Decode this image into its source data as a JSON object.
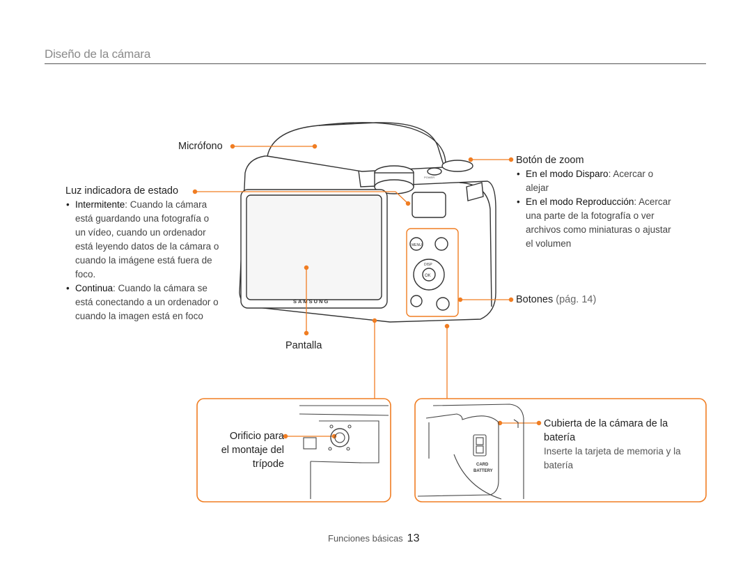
{
  "header": {
    "title": "Diseño de la cámara"
  },
  "callouts": {
    "microphone": "Micrófono",
    "status_light": {
      "label": "Luz indicadora de estado",
      "items": [
        {
          "term": "Intermitente",
          "text": ": Cuando la cámara está guardando una fotografía o un vídeo, cuando un ordenador está leyendo datos de la cámara o cuando la imágene está fuera de foco."
        },
        {
          "term": "Continua",
          "text": ": Cuando la cámara se está conectando a un ordenador o cuando la imagen está en foco"
        }
      ]
    },
    "zoom_button": {
      "label": "Botón de zoom",
      "items": [
        {
          "term": "En el modo Disparo",
          "text": ": Acercar o alejar"
        },
        {
          "term": "En el modo Reproducción",
          "text": ": Acercar una parte de la fotografía o ver archivos como miniaturas o ajustar el volumen"
        }
      ]
    },
    "buttons": {
      "label": "Botones",
      "ref": "(pág. 14)"
    },
    "screen": "Pantalla",
    "tripod": {
      "line1": "Orificio para",
      "line2": "el montaje del",
      "line3": "trípode"
    },
    "battery_cover": {
      "label": "Cubierta de la cámara de la batería",
      "note": "Inserte la tarjeta de memoria y la batería"
    }
  },
  "camera_markings": {
    "brand": "SAMSUNG",
    "menu": "MENU",
    "disp": "DISP",
    "ok": "OK",
    "card": "CARD",
    "battery": "BATTERY",
    "power": "POWER"
  },
  "footer": {
    "section": "Funciones básicas",
    "page": "13"
  },
  "colors": {
    "accent": "#f07d22",
    "rule": "#555555",
    "title": "#8a8a8a"
  }
}
